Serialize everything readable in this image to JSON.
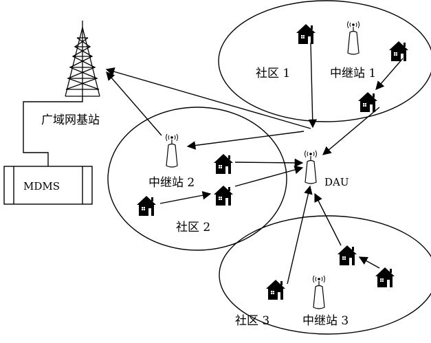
{
  "labels": {
    "wan_station": "广域网基站",
    "mdms": "MDMS",
    "dau": "DAU",
    "community_1": "社区 1",
    "community_2": "社区 2",
    "community_3": "社区 3",
    "relay_1": "中继站 1",
    "relay_2": "中继站 2",
    "relay_3": "中继站 3"
  },
  "icons": {
    "tower": "radio-tower-icon",
    "relay": "antenna-relay-icon",
    "house": "house-icon",
    "server": "server-box-icon"
  }
}
